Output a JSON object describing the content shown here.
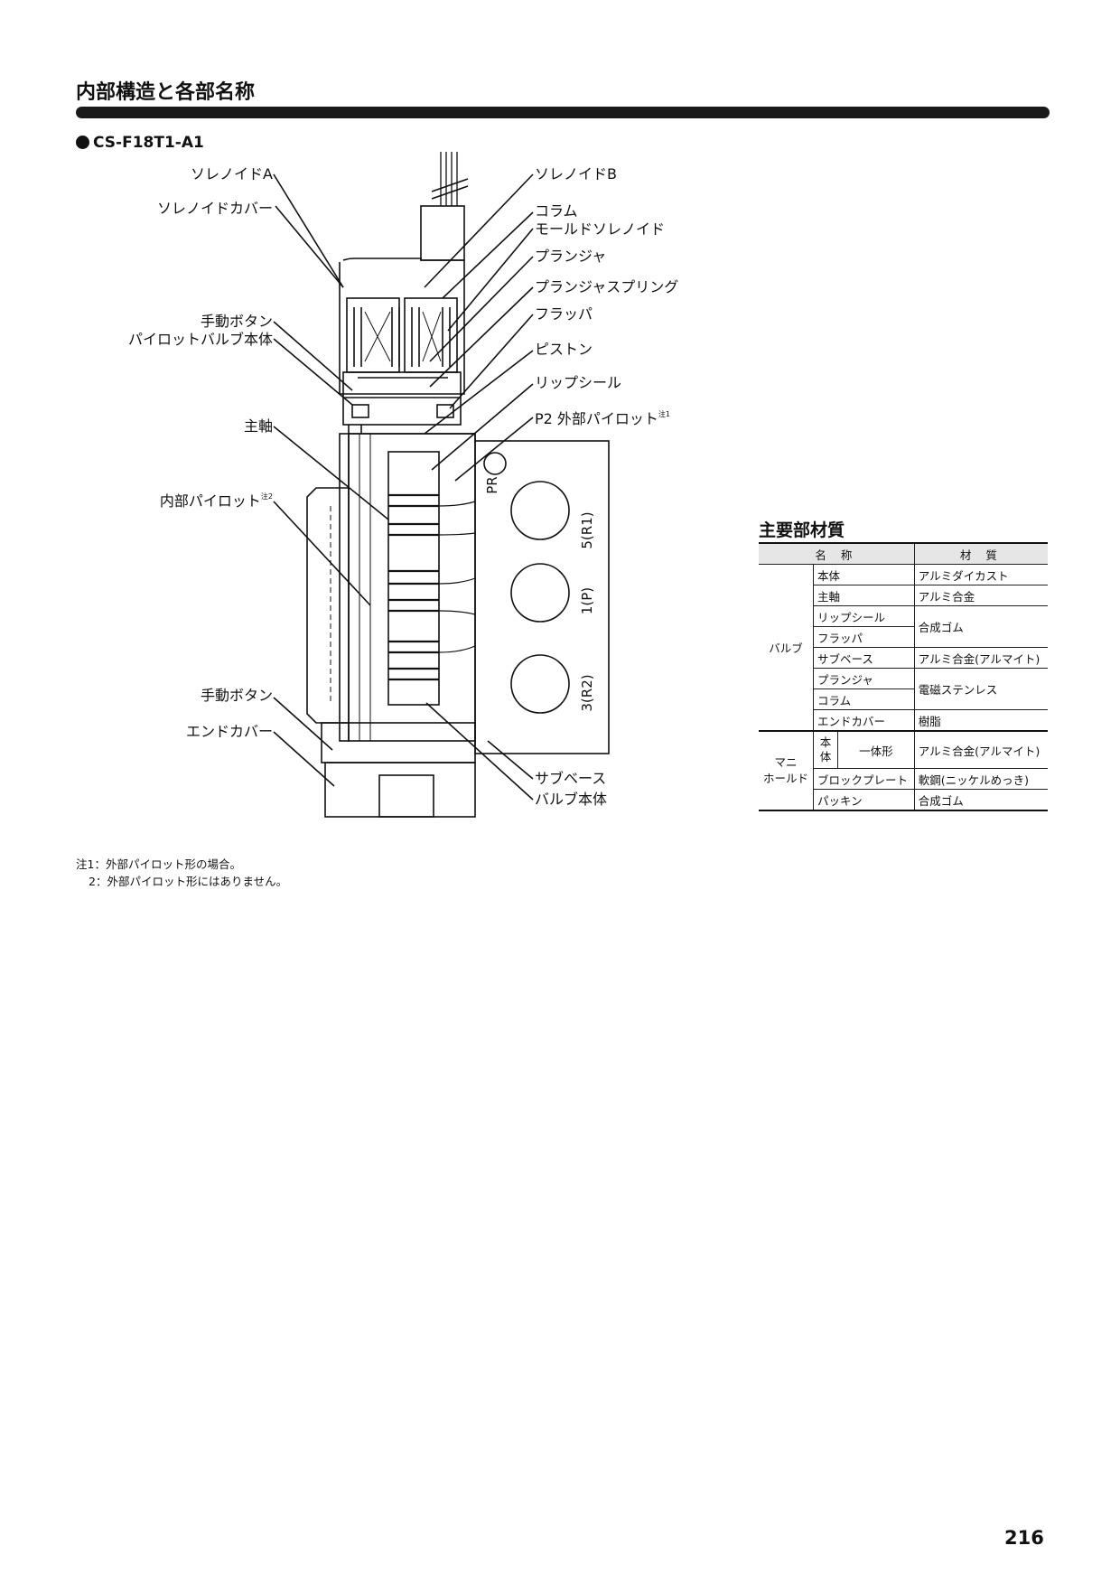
{
  "header": {
    "title": "内部構造と各部名称",
    "model": "CS-F18T1-A1"
  },
  "diagram": {
    "labels_left": [
      "ソレノイドA",
      "ソレノイドカバー",
      "手動ボタン",
      "パイロットバルブ本体",
      "主軸",
      "内部パイロット",
      "手動ボタン",
      "エンドカバー"
    ],
    "labels_right": [
      "ソレノイドB",
      "コラム",
      "モールドソレノイド",
      "プランジャ",
      "プランジャスプリング",
      "フラッパ",
      "ピストン",
      "リップシール",
      "P2 外部パイロット",
      "サブベース",
      "バルブ本体"
    ],
    "note_marks": [
      "注1",
      "注2"
    ],
    "ports": [
      "PR",
      "5(R1)",
      "1(P)",
      "3(R2)"
    ]
  },
  "materials": {
    "title": "主要部材質",
    "headers": [
      "名 称",
      "材 質"
    ],
    "groups": [
      {
        "group": "バルブ",
        "rows": [
          {
            "part": "本体",
            "material": "アルミダイカスト"
          },
          {
            "part": "主軸",
            "material": "アルミ合金"
          },
          {
            "part": "リップシール",
            "material": "合成ゴム"
          },
          {
            "part": "フラッパ",
            "material": ""
          },
          {
            "part": "サブベース",
            "material": "アルミ合金(アルマイト)"
          },
          {
            "part": "プランジャ",
            "material": "電磁ステンレス"
          },
          {
            "part": "コラム",
            "material": ""
          },
          {
            "part": "エンドカバー",
            "material": "樹脂"
          }
        ]
      },
      {
        "group": "マニホールド",
        "group_line1": "マニ",
        "group_line2": "ホールド",
        "rows": [
          {
            "part_main": "本体",
            "part_sub": "一体形",
            "material": "アルミ合金(アルマイト)"
          },
          {
            "part": "ブロックプレート",
            "material": "軟鋼(ニッケルめっき)"
          },
          {
            "part": "パッキン",
            "material": "合成ゴム"
          }
        ]
      }
    ]
  },
  "notes": [
    "注1：外部パイロット形の場合。",
    "2：外部パイロット形にはありません。"
  ],
  "page_number": "216"
}
